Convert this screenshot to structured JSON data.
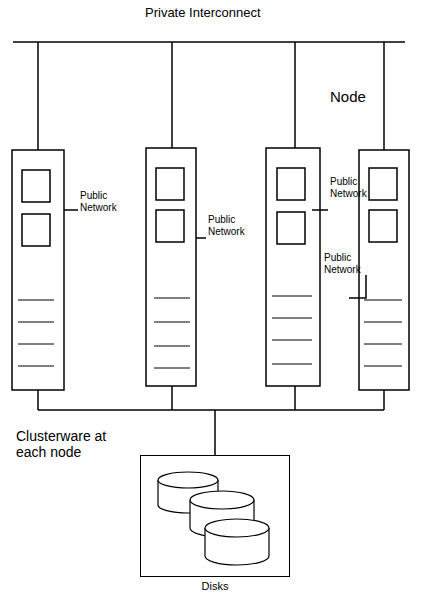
{
  "diagram": {
    "nodes": [
      {
        "text": [
          "Disks"
        ]
      }
    ],
    "labels": [
      "Private Interconnect",
      "Public Network",
      "Public Network",
      "Node",
      "Public Network",
      "Public Network",
      "Clusterware at each node"
    ]
  }
}
